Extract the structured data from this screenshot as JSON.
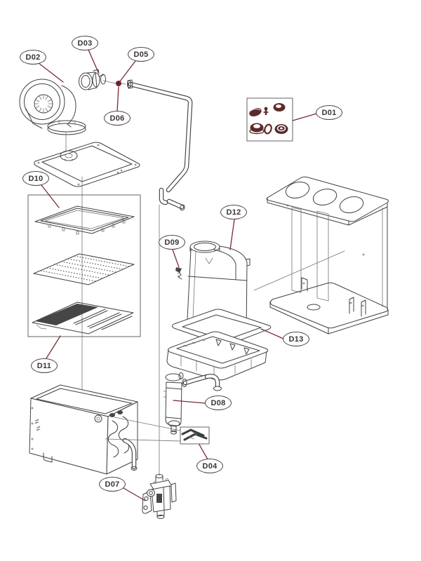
{
  "diagram": {
    "kind": "exploded-parts-diagram",
    "colors": {
      "background": "#ffffff",
      "line": "#414141",
      "leader": "#7b2a33",
      "label_text": "#3a3335",
      "label_border": "#4a4145",
      "seal_fill": "#5d2a2c"
    },
    "callouts": [
      {
        "label": "D01"
      },
      {
        "label": "D02"
      },
      {
        "label": "D03"
      },
      {
        "label": "D04"
      },
      {
        "label": "D05"
      },
      {
        "label": "D06"
      },
      {
        "label": "D07"
      },
      {
        "label": "D08"
      },
      {
        "label": "D09"
      },
      {
        "label": "D10"
      },
      {
        "label": "D11"
      },
      {
        "label": "D12"
      },
      {
        "label": "D13"
      }
    ]
  }
}
